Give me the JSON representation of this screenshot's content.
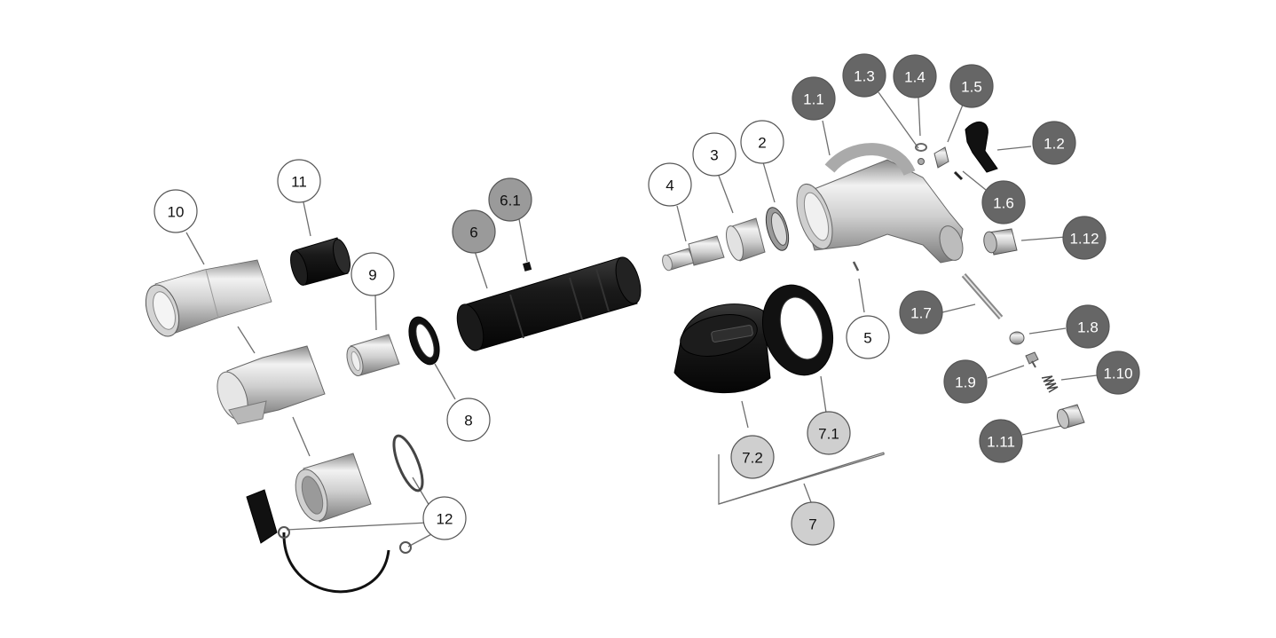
{
  "colors": {
    "background": "#ffffff",
    "callout_white": "#ffffff",
    "callout_light_gray": "#cfcfcf",
    "callout_mid_gray": "#9a9a9a",
    "callout_dark_gray": "#666666",
    "rubber_black": "#151515",
    "metal_silver": "#cfcfcf"
  },
  "callouts": [
    {
      "id": "10",
      "label": "10",
      "style": "white"
    },
    {
      "id": "11",
      "label": "11",
      "style": "white"
    },
    {
      "id": "9",
      "label": "9",
      "style": "white"
    },
    {
      "id": "8",
      "label": "8",
      "style": "white"
    },
    {
      "id": "12",
      "label": "12",
      "style": "white"
    },
    {
      "id": "6",
      "label": "6",
      "style": "mid_gray"
    },
    {
      "id": "6.1",
      "label": "6.1",
      "style": "mid_gray"
    },
    {
      "id": "4",
      "label": "4",
      "style": "white"
    },
    {
      "id": "3",
      "label": "3",
      "style": "white"
    },
    {
      "id": "2",
      "label": "2",
      "style": "white"
    },
    {
      "id": "5",
      "label": "5",
      "style": "white"
    },
    {
      "id": "7.2",
      "label": "7.2",
      "style": "light_gray"
    },
    {
      "id": "7.1",
      "label": "7.1",
      "style": "light_gray"
    },
    {
      "id": "7",
      "label": "7",
      "style": "light_gray"
    },
    {
      "id": "1.1",
      "label": "1.1",
      "style": "dark_gray"
    },
    {
      "id": "1.3",
      "label": "1.3",
      "style": "dark_gray"
    },
    {
      "id": "1.4",
      "label": "1.4",
      "style": "dark_gray"
    },
    {
      "id": "1.5",
      "label": "1.5",
      "style": "dark_gray"
    },
    {
      "id": "1.2",
      "label": "1.2",
      "style": "dark_gray"
    },
    {
      "id": "1.6",
      "label": "1.6",
      "style": "dark_gray"
    },
    {
      "id": "1.12",
      "label": "1.12",
      "style": "dark_gray"
    },
    {
      "id": "1.7",
      "label": "1.7",
      "style": "dark_gray"
    },
    {
      "id": "1.8",
      "label": "1.8",
      "style": "dark_gray"
    },
    {
      "id": "1.9",
      "label": "1.9",
      "style": "dark_gray"
    },
    {
      "id": "1.10",
      "label": "1.10",
      "style": "dark_gray"
    },
    {
      "id": "1.11",
      "label": "1.11",
      "style": "dark_gray"
    }
  ]
}
